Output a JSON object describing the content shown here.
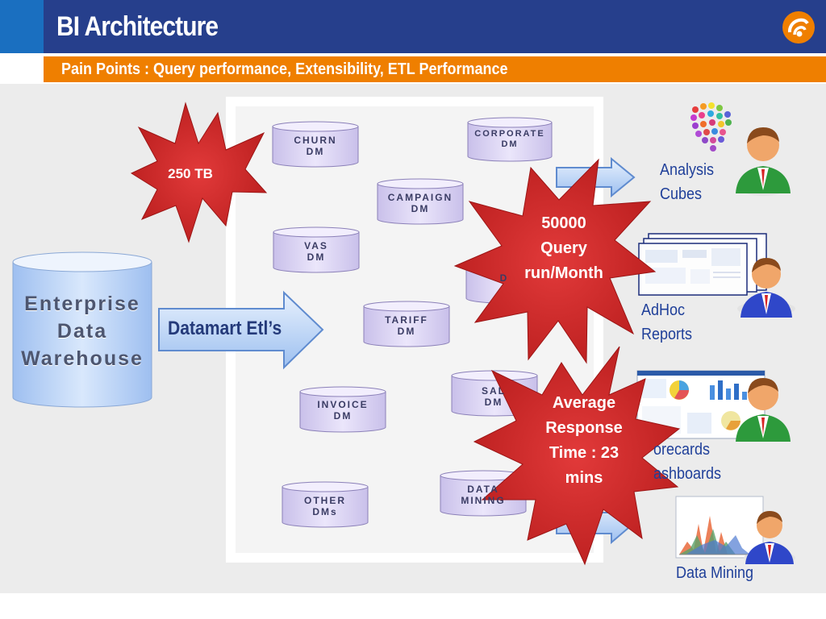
{
  "slide": {
    "title": "BI Architecture",
    "subtitle": "Pain Points : Query performance, Extensibility, ETL Performance"
  },
  "warehouse": {
    "line1": "Enterprise",
    "line2": "Data",
    "line3": "Warehouse"
  },
  "etl_arrow": {
    "label": "Datamart Etl’s"
  },
  "datamarts": {
    "churn": {
      "line1": "CHURN",
      "line2": "DM"
    },
    "corporate": {
      "line1": "CORPORATE",
      "line2": "DM"
    },
    "campaign": {
      "line1": "CAMPAIGN",
      "line2": "DM"
    },
    "vas": {
      "line1": "VAS",
      "line2": "DM"
    },
    "partial": {
      "line1": "",
      "line2": "D"
    },
    "tariff": {
      "line1": "TARIFF",
      "line2": "DM"
    },
    "sales": {
      "line1": "SAL",
      "line2": "DM"
    },
    "invoice": {
      "line1": "INVOICE",
      "line2": "DM"
    },
    "data_mining": {
      "line1": "DATA",
      "line2": "MINING"
    },
    "other": {
      "line1": "OTHER",
      "line2": "DMs"
    }
  },
  "pain_points": {
    "storage": "250 TB",
    "query_1": "50000",
    "query_2": "Query",
    "query_3": "run/Month",
    "response_1": "Average",
    "response_2": "Response",
    "response_3": "Time : 23",
    "response_4": "mins"
  },
  "outputs": {
    "analysis_1": "Analysis",
    "analysis_2": "Cubes",
    "adhoc_1": "AdHoc",
    "adhoc_2": "Reports",
    "scorecards_1": "orecards",
    "scorecards_2": "ashboards",
    "mining": "Data Mining"
  },
  "colors": {
    "header": "#263f8c",
    "subtitle_bar": "#ef7f00",
    "burst": "#d92b2b",
    "datamart": "#d6ccf0",
    "warehouse": "#a9c8f4"
  }
}
